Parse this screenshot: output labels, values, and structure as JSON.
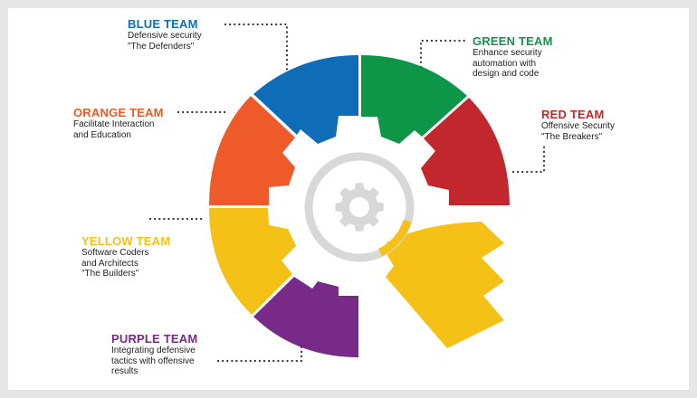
{
  "teams": [
    {
      "id": "blue",
      "title": "BLUE TEAM",
      "color": "#0F6DB8",
      "lines": [
        "Defensive security",
        "\"The Defenders\""
      ]
    },
    {
      "id": "green",
      "title": "GREEN TEAM",
      "color": "#0E9648",
      "lines": [
        "Enhance security",
        "automation with",
        "design and code"
      ]
    },
    {
      "id": "red",
      "title": "RED TEAM",
      "color": "#C1272D",
      "lines": [
        "Offensive Security",
        "\"The Breakers\""
      ]
    },
    {
      "id": "orange",
      "title": "ORANGE TEAM",
      "color": "#EE5A2A",
      "lines": [
        "Facilitate Interaction",
        "and Education"
      ]
    },
    {
      "id": "yellow",
      "title": "YELLOW TEAM",
      "color": "#F6C117",
      "lines": [
        "Software Coders",
        "and Architects",
        "\"The Builders\""
      ]
    },
    {
      "id": "purple",
      "title": "PURPLE TEAM",
      "color": "#772A88",
      "lines": [
        "Integrating defensive",
        "tactics with offensive",
        "results"
      ]
    }
  ],
  "center": {
    "gear_color": "#D8D8D8",
    "gear_icon": "gear-icon"
  }
}
